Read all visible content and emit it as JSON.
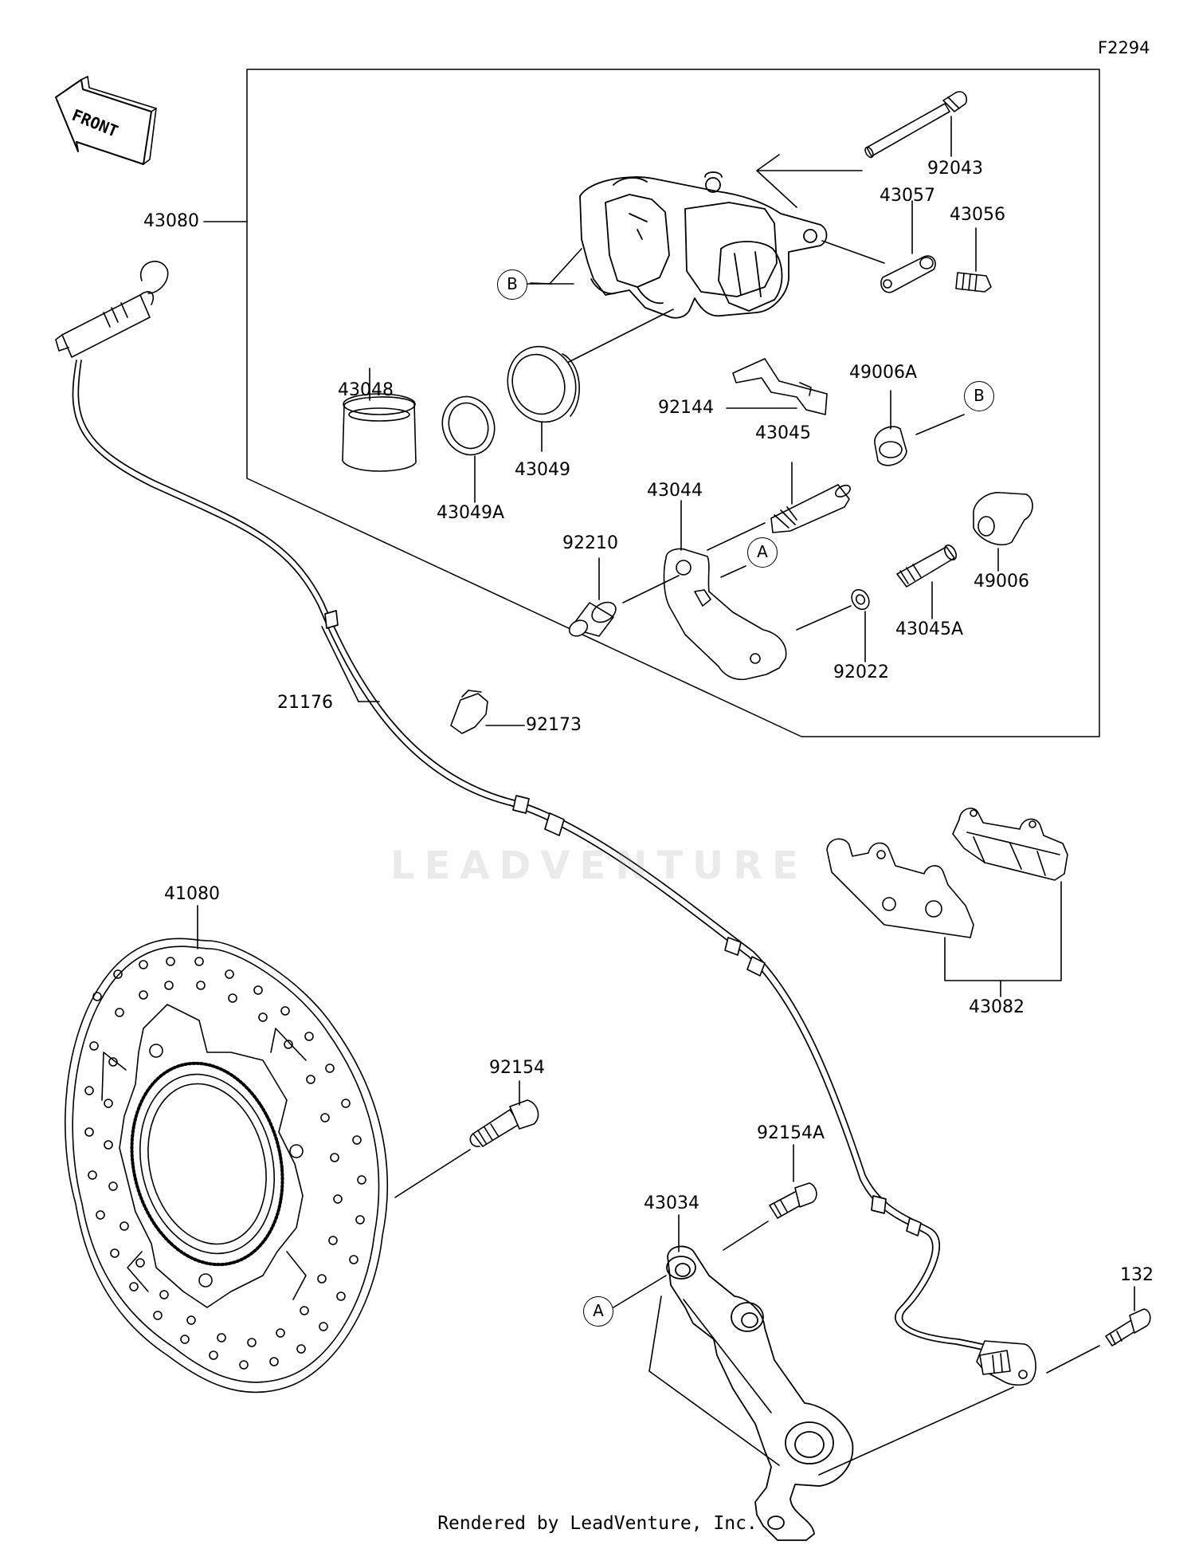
{
  "diagram": {
    "id": "F2294",
    "credit": "Rendered by LeadVenture, Inc.",
    "front_label": "FRONT",
    "watermark": "LEADVENTURE"
  },
  "parts": [
    {
      "key": "p92043",
      "number": "92043"
    },
    {
      "key": "p43057",
      "number": "43057"
    },
    {
      "key": "p43056",
      "number": "43056"
    },
    {
      "key": "p43080",
      "number": "43080"
    },
    {
      "key": "p43048",
      "number": "43048"
    },
    {
      "key": "p43049",
      "number": "43049"
    },
    {
      "key": "p43049A",
      "number": "43049A"
    },
    {
      "key": "p92144",
      "number": "92144"
    },
    {
      "key": "p49006A",
      "number": "49006A"
    },
    {
      "key": "p43045",
      "number": "43045"
    },
    {
      "key": "p43044",
      "number": "43044"
    },
    {
      "key": "p92210",
      "number": "92210"
    },
    {
      "key": "p49006",
      "number": "49006"
    },
    {
      "key": "p43045A",
      "number": "43045A"
    },
    {
      "key": "p92022",
      "number": "92022"
    },
    {
      "key": "p21176",
      "number": "21176"
    },
    {
      "key": "p92173",
      "number": "92173"
    },
    {
      "key": "p41080",
      "number": "41080"
    },
    {
      "key": "p43082",
      "number": "43082"
    },
    {
      "key": "p92154",
      "number": "92154"
    },
    {
      "key": "p92154A",
      "number": "92154A"
    },
    {
      "key": "p43034",
      "number": "43034"
    },
    {
      "key": "p132",
      "number": "132"
    }
  ],
  "refs": {
    "A": "A",
    "B": "B"
  }
}
